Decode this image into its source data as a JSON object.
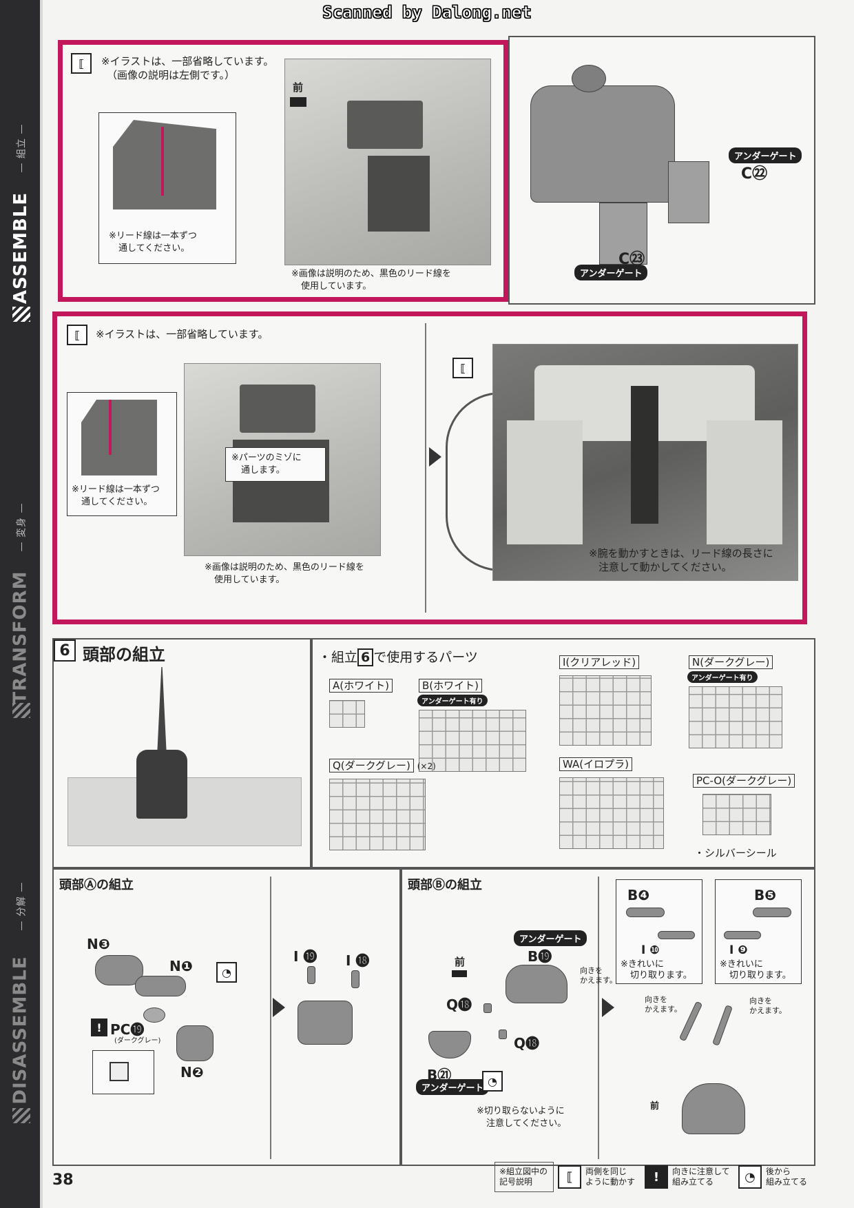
{
  "header": {
    "scan_credit": "Scanned by Dalong.net"
  },
  "sidebar": {
    "assemble": "ASSEMBLE",
    "assemble_jp": "— 組立 —",
    "transform": "TRANSFORM",
    "transform_jp": "— 変身 —",
    "disassemble": "DISASSEMBLE",
    "disassemble_jp": "— 分解 —"
  },
  "page_number": "38",
  "step1": {
    "note_top_1": "※イラストは、一部省略しています。",
    "note_top_2": "（画像の説明は左側です。）",
    "forward": "前",
    "lead_note_1": "※リード線は一本ずつ",
    "lead_note_2": "通してください。",
    "black_lead_note_1": "※画像は説明のため、黒色のリード線を",
    "black_lead_note_2": "使用しています。",
    "gate_label": "アンダーゲート",
    "part_c22": "C㉒",
    "part_c23": "C㉓"
  },
  "step2": {
    "note_top": "※イラストは、一部省略しています。",
    "lead_note_1": "※リード線は一本ずつ",
    "lead_note_2": "通してください。",
    "groove_note_1": "※パーツのミゾに",
    "groove_note_2": "通します。",
    "black_lead_note_1": "※画像は説明のため、黒色のリード線を",
    "black_lead_note_2": "使用しています。",
    "arm_note_1": "※腕を動かすときは、リード線の長さに",
    "arm_note_2": "注意して動かしてください。"
  },
  "step6": {
    "number": "6",
    "title": "頭部の組立",
    "parts_heading_pre": "・組立",
    "parts_heading_num": "6",
    "parts_heading_post": "で使用するパーツ",
    "runners": {
      "a": "A(ホワイト)",
      "b": "B(ホワイト)",
      "b_gate": "アンダーゲート有り",
      "i": "I(クリアレッド)",
      "n": "N(ダークグレー)",
      "n_gate": "アンダーゲート有り",
      "q": "Q(ダークグレー)",
      "q_count": "(×2)",
      "wa": "WA(イロプラ)",
      "pc": "PC-O(ダークグレー)"
    },
    "silver_seal": "・シルバーシール"
  },
  "head_a": {
    "title": "頭部Ⓐの組立",
    "n3": "N❸",
    "n1": "N❶",
    "n2": "N❷",
    "pc19": "PC⓳",
    "pc19_sub": "(ダークグレー)",
    "i19": "I ⓳",
    "i18": "I ⓲"
  },
  "head_b": {
    "title": "頭部Ⓑの組立",
    "forward": "前",
    "gate_top": "アンダーゲート",
    "b19": "B⓳",
    "q18_a": "Q⓲",
    "q18_b": "Q⓲",
    "b21": "B㉑",
    "gate_bottom": "アンダーゲート",
    "cut_note_1": "※切り取らないように",
    "cut_note_2": "注意してください。",
    "b4": "B❹",
    "i10": "I ❿",
    "cut_clean_1": "※きれいに",
    "cut_clean_2": "切り取ります。",
    "b5": "B❺",
    "i9": "I ❾",
    "cut_clean_b_1": "※きれいに",
    "cut_clean_b_2": "切り取ります。",
    "turn_1": "向きを",
    "turn_2": "かえます。",
    "turn_b_1": "向きを",
    "turn_b_2": "かえます。",
    "turn_c_1": "向きを",
    "turn_c_2": "かえます。",
    "forward_bottom": "前"
  },
  "legend": {
    "heading_1": "※組立図中の",
    "heading_2": "記号説明",
    "item1_1": "両側を同じ",
    "item1_2": "ように動かす",
    "item2_1": "向きに注意して",
    "item2_2": "組み立てる",
    "item3_1": "後から",
    "item3_2": "組み立てる"
  },
  "colors": {
    "accent": "#c2185b",
    "sidebar": "#2b2b2d"
  }
}
